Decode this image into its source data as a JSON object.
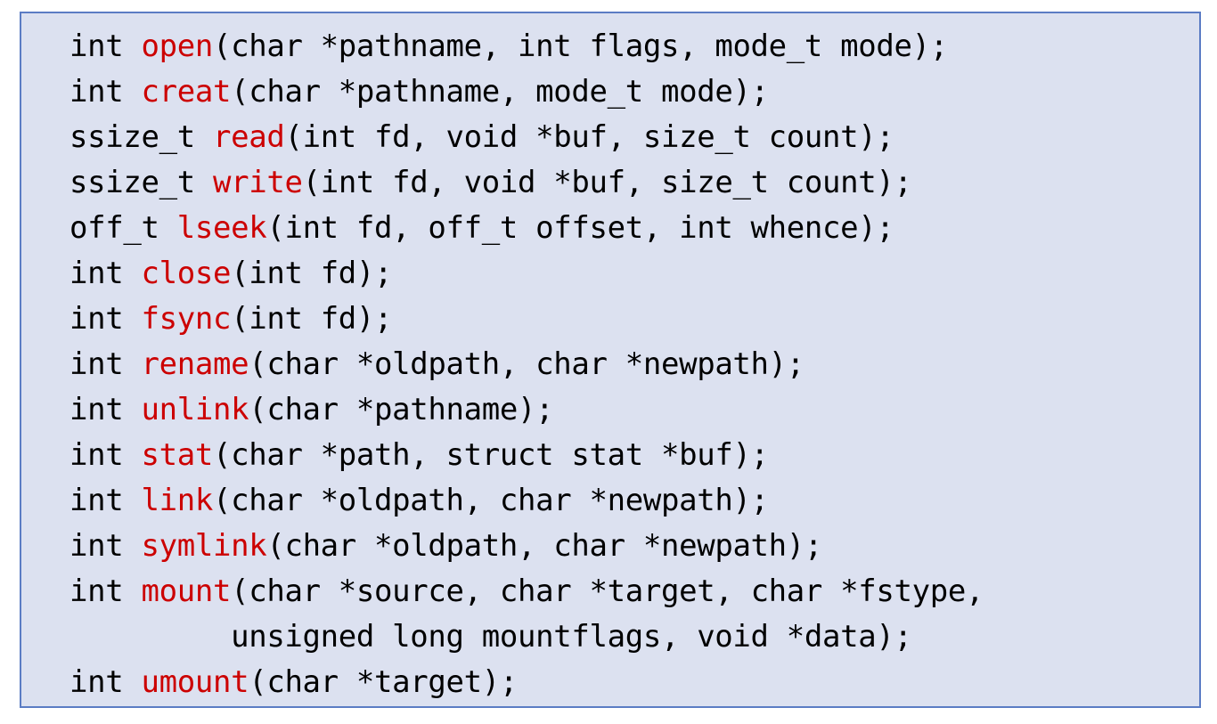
{
  "panel": {
    "background_color": "#dce1f0",
    "border_color": "#5b7cc4",
    "page_background_color": "#ffffff"
  },
  "syntax": {
    "function_name_color": "#cc0000",
    "default_text_color": "#000000"
  },
  "code": {
    "language": "c",
    "lines": [
      {
        "id": "open",
        "prefix": "int ",
        "fn": "open",
        "suffix": "(char *pathname, int flags, mode_t mode);"
      },
      {
        "id": "creat",
        "prefix": "int ",
        "fn": "creat",
        "suffix": "(char *pathname, mode_t mode);"
      },
      {
        "id": "read",
        "prefix": "ssize_t ",
        "fn": "read",
        "suffix": "(int fd, void *buf, size_t count);"
      },
      {
        "id": "write",
        "prefix": "ssize_t ",
        "fn": "write",
        "suffix": "(int fd, void *buf, size_t count);"
      },
      {
        "id": "lseek",
        "prefix": "off_t ",
        "fn": "lseek",
        "suffix": "(int fd, off_t offset, int whence);"
      },
      {
        "id": "close",
        "prefix": "int ",
        "fn": "close",
        "suffix": "(int fd);"
      },
      {
        "id": "fsync",
        "prefix": "int ",
        "fn": "fsync",
        "suffix": "(int fd);"
      },
      {
        "id": "rename",
        "prefix": "int ",
        "fn": "rename",
        "suffix": "(char *oldpath, char *newpath);"
      },
      {
        "id": "unlink",
        "prefix": "int ",
        "fn": "unlink",
        "suffix": "(char *pathname);"
      },
      {
        "id": "stat",
        "prefix": "int ",
        "fn": "stat",
        "suffix": "(char *path, struct stat *buf);"
      },
      {
        "id": "link",
        "prefix": "int ",
        "fn": "link",
        "suffix": "(char *oldpath, char *newpath);"
      },
      {
        "id": "symlink",
        "prefix": "int ",
        "fn": "symlink",
        "suffix": "(char *oldpath, char *newpath);"
      },
      {
        "id": "mount",
        "prefix": "int ",
        "fn": "mount",
        "suffix": "(char *source, char *target, char *fstype,"
      },
      {
        "id": "mount-cont",
        "prefix": "         unsigned long mountflags, void *data);",
        "fn": "",
        "suffix": ""
      },
      {
        "id": "umount",
        "prefix": "int ",
        "fn": "umount",
        "suffix": "(char *target);"
      }
    ]
  }
}
